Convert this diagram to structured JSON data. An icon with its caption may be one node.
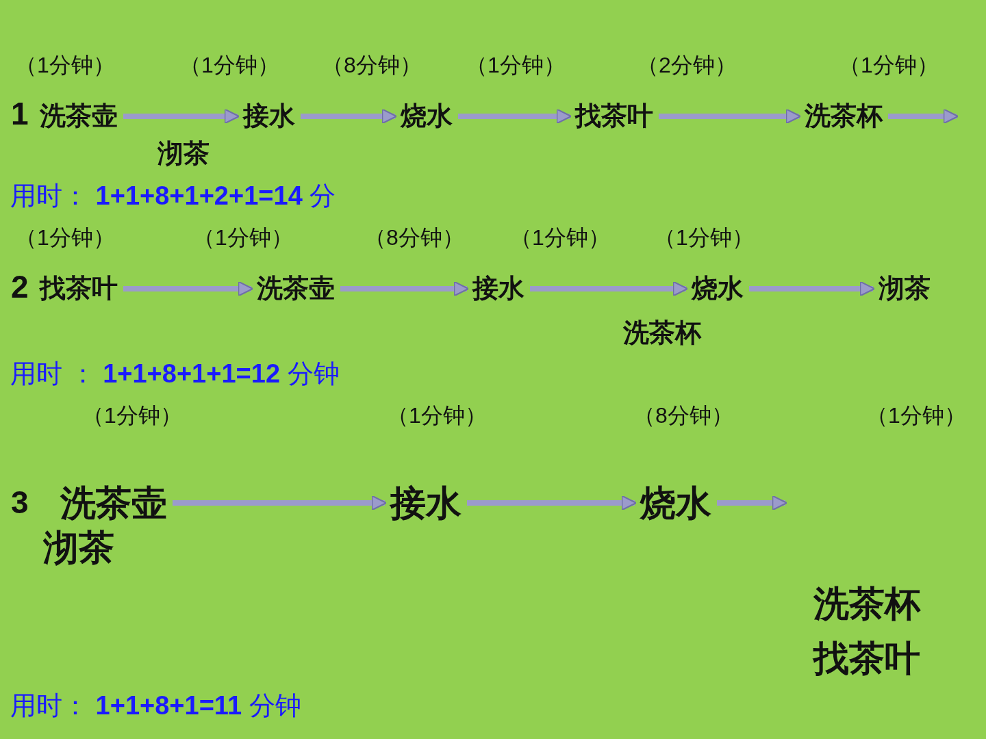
{
  "diagram": {
    "nodes": [
      {
        "text": [
          "洗茶壶"
        ]
      },
      {
        "text": [
          "接水"
        ]
      },
      {
        "text": [
          "烧水"
        ]
      },
      {
        "text": [
          "找茶叶"
        ]
      },
      {
        "text": [
          "洗茶杯"
        ]
      },
      {
        "text": [
          "沏茶"
        ]
      },
      {
        "text": [
          "找茶叶"
        ]
      },
      {
        "text": [
          "洗茶壶"
        ]
      },
      {
        "text": [
          "接水"
        ]
      },
      {
        "text": [
          "烧水"
        ]
      },
      {
        "text": [
          "沏茶"
        ]
      },
      {
        "text": [
          "洗茶杯"
        ]
      },
      {
        "text": [
          "洗茶壶"
        ]
      },
      {
        "text": [
          "接水"
        ]
      },
      {
        "text": [
          "烧水"
        ]
      },
      {
        "text": [
          "沏茶"
        ]
      },
      {
        "text": [
          "洗茶杯"
        ]
      },
      {
        "text": [
          "找茶叶"
        ]
      }
    ],
    "edges": [
      {
        "from": 0,
        "to": 1,
        "arrow": "to"
      },
      {
        "from": 1,
        "to": 2,
        "arrow": "to"
      },
      {
        "from": 2,
        "to": 3,
        "arrow": "to"
      },
      {
        "from": 3,
        "to": 4,
        "arrow": "to"
      },
      {
        "from": 4,
        "to": null,
        "arrow": "to"
      },
      {
        "from": 6,
        "to": 7,
        "arrow": "to"
      },
      {
        "from": 7,
        "to": 8,
        "arrow": "to"
      },
      {
        "from": 8,
        "to": 9,
        "arrow": "to"
      },
      {
        "from": 9,
        "to": 10,
        "arrow": "to"
      },
      {
        "from": 12,
        "to": 13,
        "arrow": "to"
      },
      {
        "from": 13,
        "to": 14,
        "arrow": "to"
      },
      {
        "from": 14,
        "to": null,
        "arrow": "to"
      }
    ],
    "labels": [
      "（1分钟）",
      "（1分钟）",
      "（8分钟）",
      "（1分钟）",
      "（2分钟）",
      "（1分钟）",
      "1",
      "用时： **1+1+8+1+2+1=14** 分",
      "（1分钟）",
      "（1分钟）",
      "（8分钟）",
      "（1分钟）",
      "（1分钟）",
      "2",
      "用时 ： **1+1+8+1+1=12** 分钟",
      "（1分钟）",
      "（1分钟）",
      "（8分钟）",
      "（1分钟）",
      "3",
      "用时： **1+1+8+1=11** 分钟"
    ]
  }
}
